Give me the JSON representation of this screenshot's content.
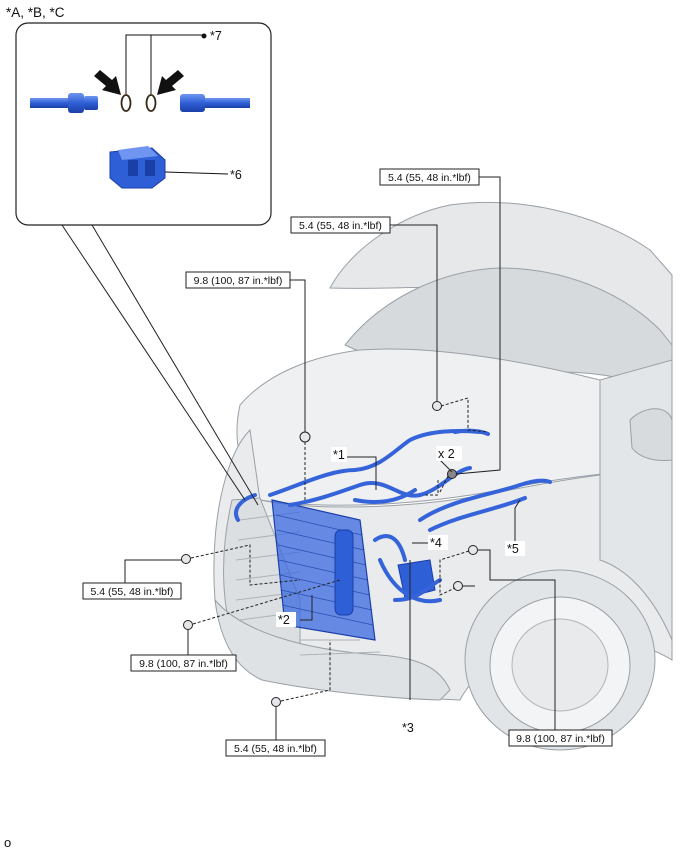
{
  "header_code": "*A, *B, *C",
  "footer_code": "o",
  "inset": {
    "seal_label": "*7",
    "cover_label": "*6"
  },
  "callouts": {
    "c1": "*1",
    "c2": "*2",
    "c3": "*3",
    "c4": "*4",
    "c5": "*5",
    "qty": "x 2"
  },
  "torque": {
    "t1": "5.4 (55, 48 in.*lbf)",
    "t2": "5.4 (55, 48 in.*lbf)",
    "t3": "9.8 (100, 87 in.*lbf)",
    "t4": "5.4 (55, 48 in.*lbf)",
    "t5": "9.8 (100, 87 in.*lbf)",
    "t6": "5.4 (55, 48 in.*lbf)",
    "t7": "9.8 (100, 87 in.*lbf)"
  },
  "colors": {
    "part_blue": "#2f5fd6",
    "part_dark": "#1a3fa8",
    "vehicle_fill": "#eef0f2",
    "vehicle_line": "#9aa0a6"
  }
}
